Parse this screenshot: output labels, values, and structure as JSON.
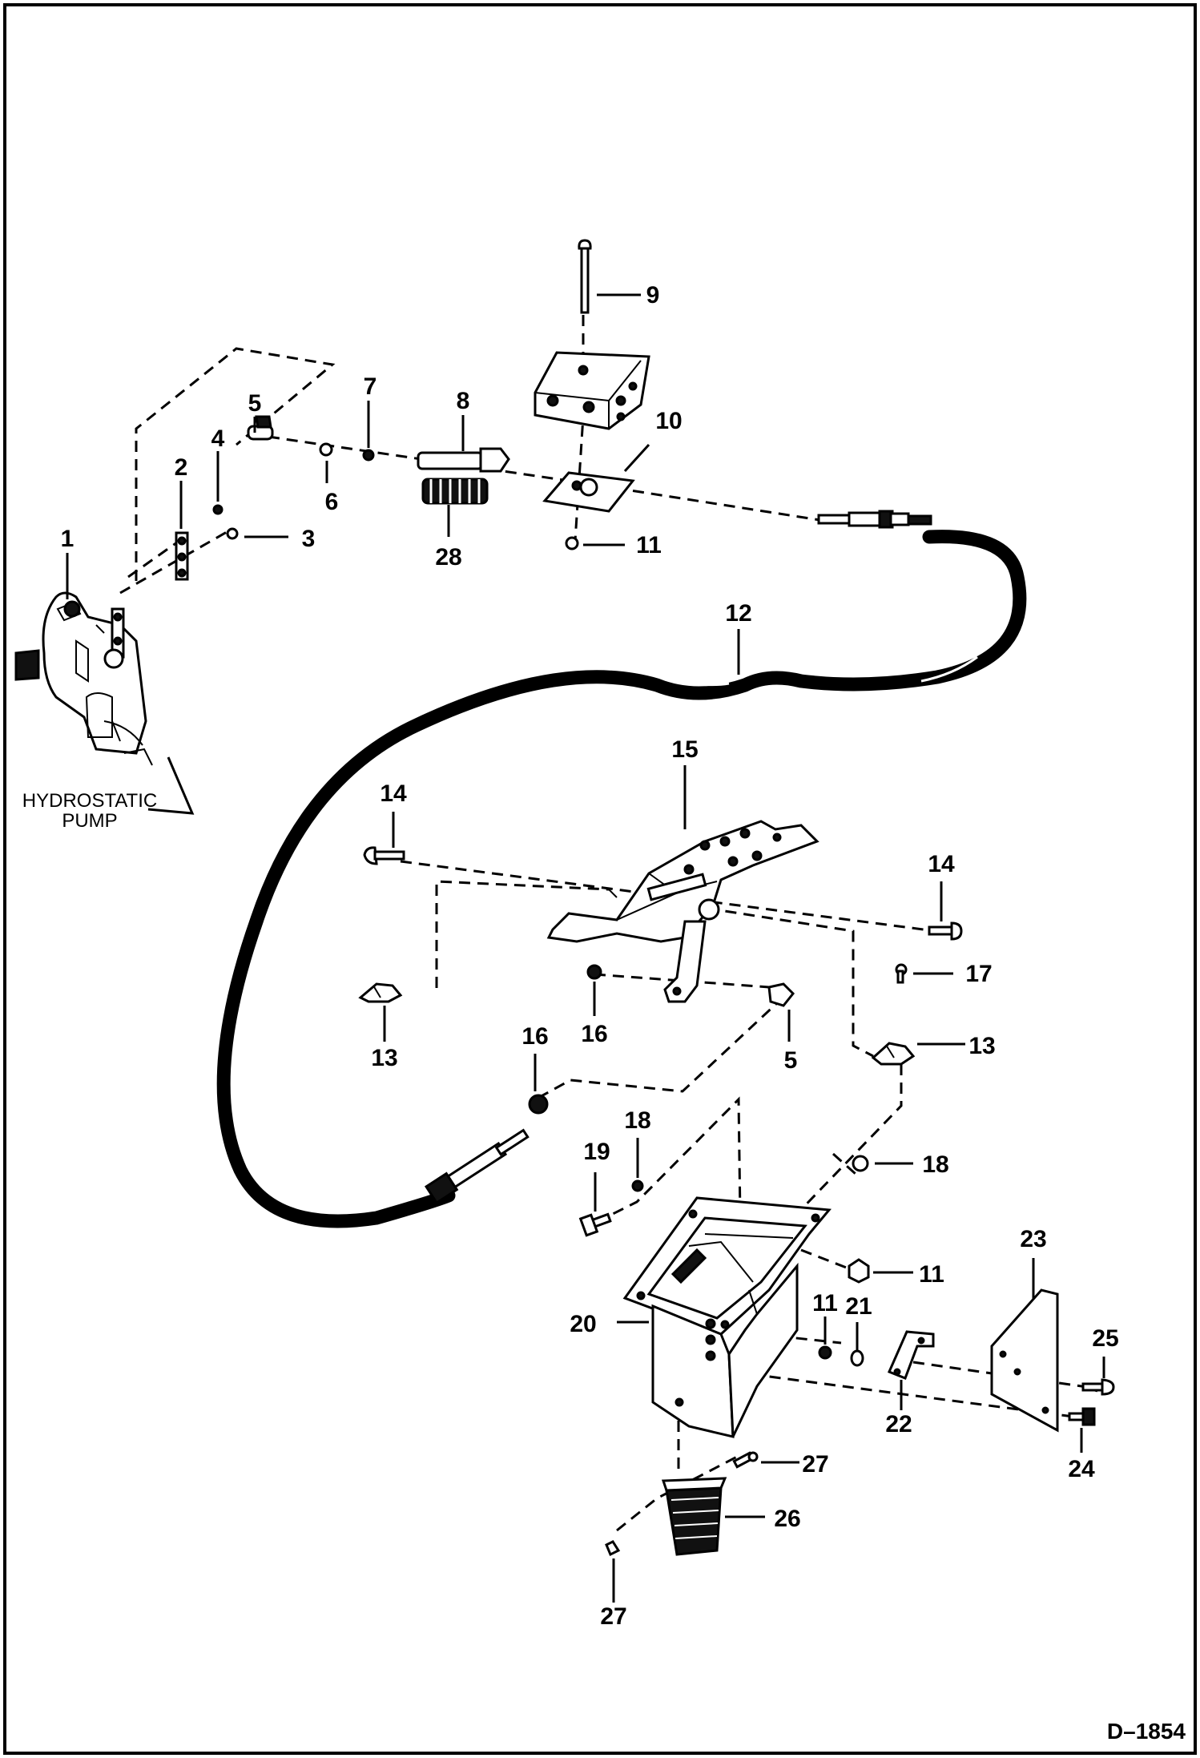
{
  "labels": {
    "pump_line1": "HYDROSTATIC",
    "pump_line2": "PUMP",
    "drawing_number": "D–1854"
  },
  "callouts": [
    {
      "id": "c1",
      "text": "1"
    },
    {
      "id": "c2",
      "text": "2"
    },
    {
      "id": "c3",
      "text": "3"
    },
    {
      "id": "c4",
      "text": "4"
    },
    {
      "id": "c5a",
      "text": "5"
    },
    {
      "id": "c6",
      "text": "6"
    },
    {
      "id": "c7",
      "text": "7"
    },
    {
      "id": "c8",
      "text": "8"
    },
    {
      "id": "c9",
      "text": "9"
    },
    {
      "id": "c10",
      "text": "10"
    },
    {
      "id": "c11a",
      "text": "11"
    },
    {
      "id": "c12",
      "text": "12"
    },
    {
      "id": "c28",
      "text": "28"
    },
    {
      "id": "c14a",
      "text": "14"
    },
    {
      "id": "c15",
      "text": "15"
    },
    {
      "id": "c14b",
      "text": "14"
    },
    {
      "id": "c17",
      "text": "17"
    },
    {
      "id": "c13a",
      "text": "13"
    },
    {
      "id": "c16a",
      "text": "16"
    },
    {
      "id": "c5b",
      "text": "5"
    },
    {
      "id": "c13b",
      "text": "13"
    },
    {
      "id": "c16b",
      "text": "16"
    },
    {
      "id": "c18a",
      "text": "18"
    },
    {
      "id": "c19",
      "text": "19"
    },
    {
      "id": "c18b",
      "text": "18"
    },
    {
      "id": "c23",
      "text": "23"
    },
    {
      "id": "c11b",
      "text": "11"
    },
    {
      "id": "c20",
      "text": "20"
    },
    {
      "id": "c11c",
      "text": "11"
    },
    {
      "id": "c21",
      "text": "21"
    },
    {
      "id": "c25",
      "text": "25"
    },
    {
      "id": "c22",
      "text": "22"
    },
    {
      "id": "c24",
      "text": "24"
    },
    {
      "id": "c27a",
      "text": "27"
    },
    {
      "id": "c26",
      "text": "26"
    },
    {
      "id": "c27b",
      "text": "27"
    }
  ]
}
